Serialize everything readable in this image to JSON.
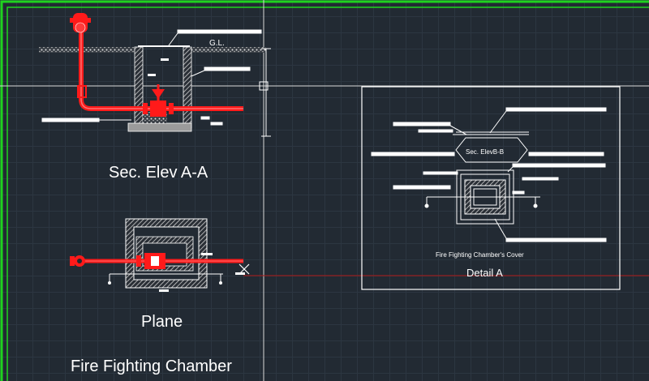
{
  "drawing": {
    "section_a_title": "Sec. Elev A-A",
    "gl_label": "G.L.",
    "plan_title": "Plane",
    "sheet_title": "Fire  Fighting Chamber",
    "section_b_label": "Sec. ElevB-B",
    "cover_caption": "Fire  Fighting Chamber's Cover",
    "detail_title": "Detail A"
  },
  "colors": {
    "background": "#222a33",
    "grid": "#2c3641",
    "frame": "#1fd21f",
    "pipe": "#ff1a1a",
    "linework": "#ffffff",
    "crosshair": "#d9d9d9"
  },
  "icons": {
    "valve": "gate-valve-icon",
    "hydrant": "fire-hydrant-icon",
    "cursor": "crosshair-cursor-icon"
  }
}
